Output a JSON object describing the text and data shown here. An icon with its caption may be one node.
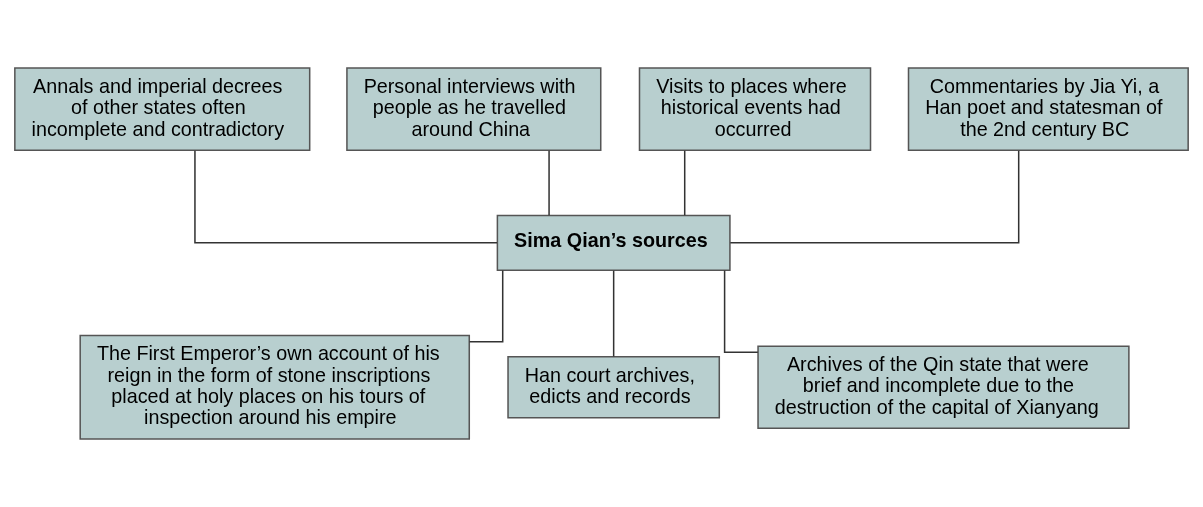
{
  "diagram": {
    "nodes": [
      {
        "text": [
          "Annals and imperial decrees of other states often incomplete and contradictory"
        ]
      },
      {
        "text": [
          "Personal interviews with people as he travelled around China"
        ]
      },
      {
        "text": [
          "Visits to places where historical events had occurred"
        ]
      },
      {
        "text": [
          "Commentaries by Jia Yi, a Han poet and statesman of the 2nd century BC"
        ]
      },
      {
        "text": [
          "Sima Qian’s sources"
        ]
      },
      {
        "text": [
          "The First Emperor’s own account of his reign in the form of stone inscriptions placed at holy places on his tours of inspection around his empire"
        ]
      },
      {
        "text": [
          "Han court archives, edicts and records"
        ]
      },
      {
        "text": [
          "Archives of the Qin state that were brief and incomplete due to the destruction of the capital of Xianyang"
        ]
      }
    ],
    "edges": [
      {
        "from": 0,
        "to": 4,
        "arrow": "none"
      },
      {
        "from": 1,
        "to": 4,
        "arrow": "none"
      },
      {
        "from": 2,
        "to": 4,
        "arrow": "none"
      },
      {
        "from": 3,
        "to": 4,
        "arrow": "none"
      },
      {
        "from": 4,
        "to": 5,
        "arrow": "none"
      },
      {
        "from": 4,
        "to": 6,
        "arrow": "none"
      },
      {
        "from": 4,
        "to": 7,
        "arrow": "none"
      }
    ]
  }
}
